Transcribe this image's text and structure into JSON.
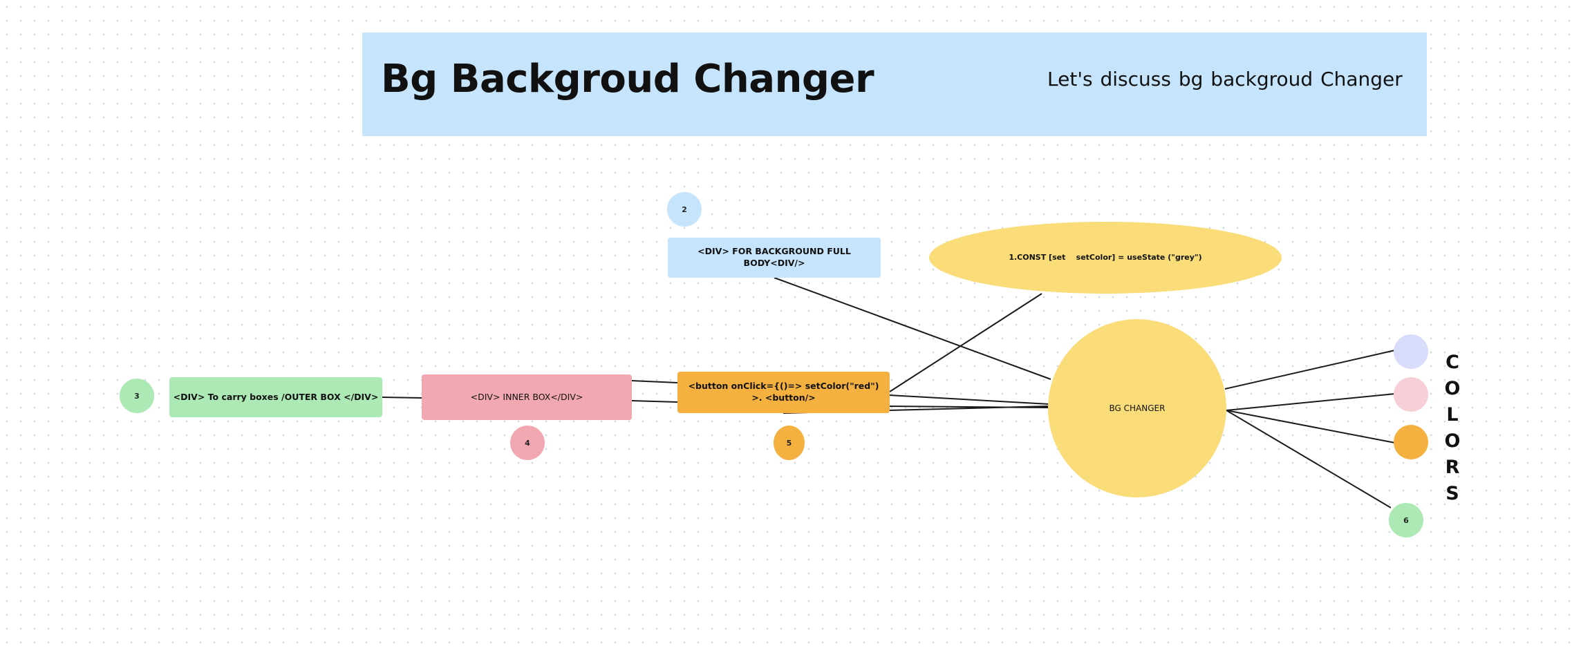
{
  "header": {
    "title": "Bg Backgroud Changer",
    "subtitle": "Let's discuss  bg  backgroud Changer"
  },
  "nodes": {
    "body_div": "<DIV> FOR BACKGROUND FULL BODY<DIV/>",
    "const_state": "1.CONST [set    setColor] = useState (\"grey\")",
    "outer_box": "<DIV> To carry boxes /OUTER BOX </DIV>",
    "inner_box": "<DIV> INNER BOX</DIV>",
    "button_line1": "<button onClick={()=> setColor(\"red\")",
    "button_line2": ">.  <button/>",
    "bg_changer": "BG CHANGER"
  },
  "markers": {
    "m2": "2",
    "m3": "3",
    "m4": "4",
    "m5": "5",
    "m6": "6"
  },
  "colors_label": [
    "C",
    "O",
    "L",
    "O",
    "R",
    "S"
  ],
  "palette": {
    "header_blue": "#c6e4fb",
    "yellow": "#fadc78",
    "green": "#ade9b4",
    "pink": "#f2a8b0",
    "orange": "#f5b140",
    "lavender": "#d9dcfa",
    "light_pink": "#f7cfd6"
  }
}
